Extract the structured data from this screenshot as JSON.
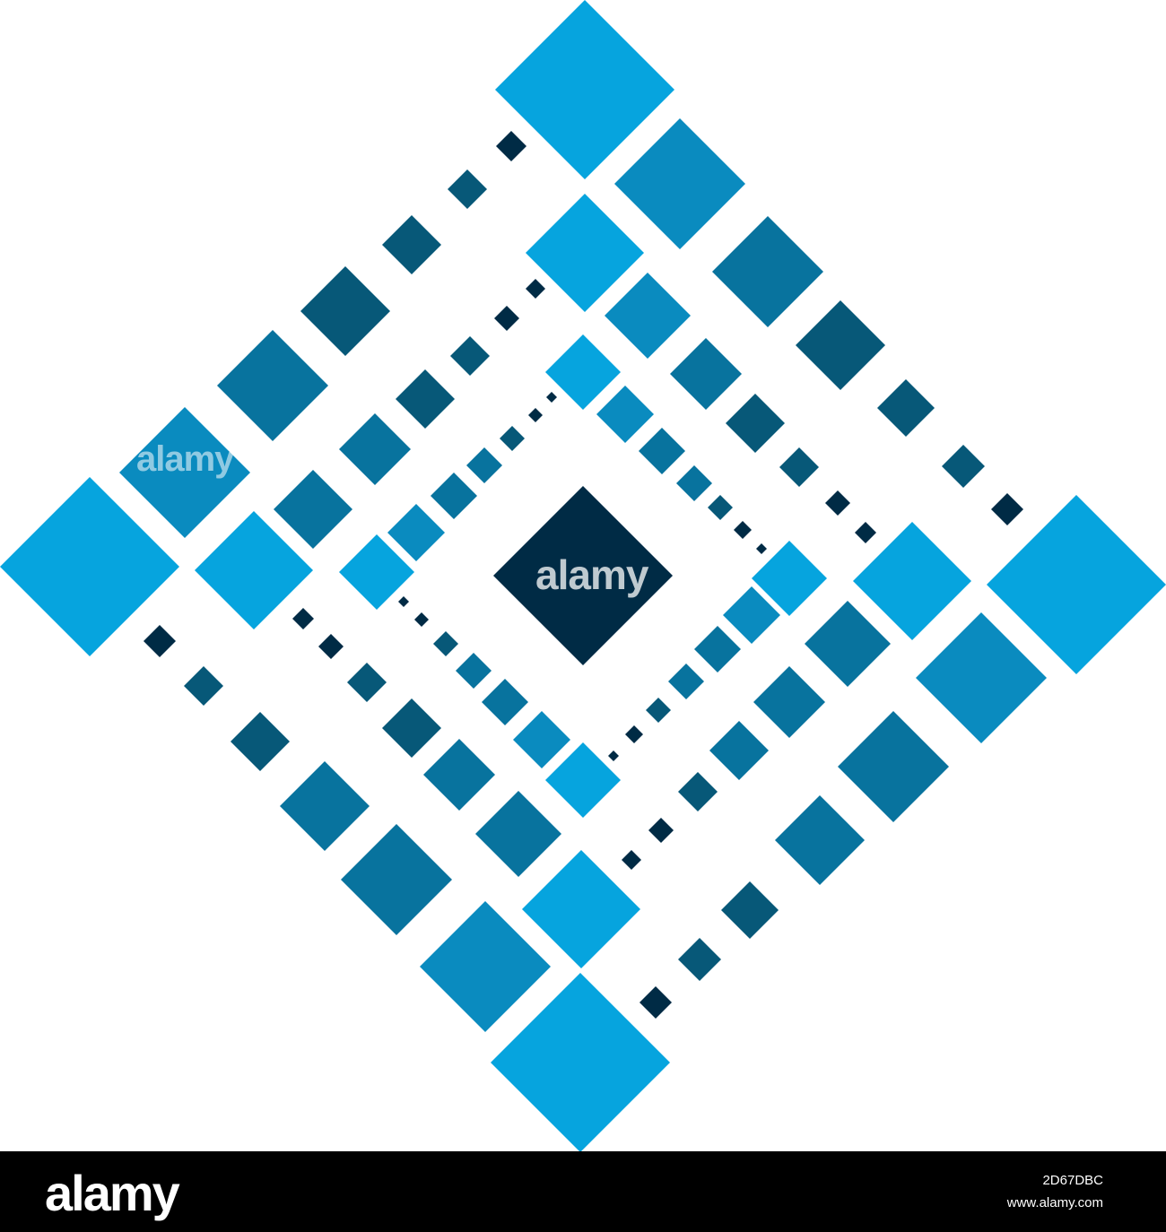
{
  "colors": {
    "light_blue": "#06A4DE",
    "mid_blue": "#0A8BBF",
    "steel_blue": "#08739E",
    "deep_blue": "#075878",
    "navy": "#002B45",
    "footer_bg": "#000000"
  },
  "watermark": {
    "center": "alamy",
    "left": "alamy"
  },
  "footer": {
    "logo": "alamy",
    "image_id": "2D67DBC",
    "site": "www.alamy.com"
  }
}
